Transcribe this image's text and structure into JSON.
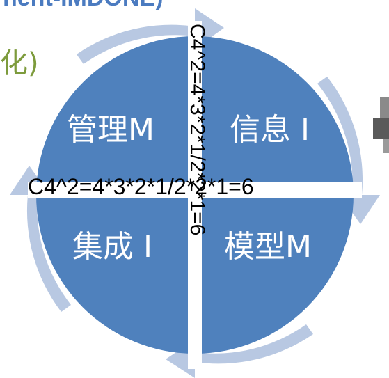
{
  "title": "nent-IMDONE)",
  "side_text": "化)",
  "quadrants": {
    "top_left": "管理M",
    "top_right": "信息 I",
    "bottom_left": "集成 I",
    "bottom_right": "模型M"
  },
  "formula_horizontal": "C4^2=4*3*2*1/2*2*1=6",
  "formula_vertical": "C4^2=4*3*2*1/2*2*1=6",
  "colors": {
    "circle_fill": "#4f81bd",
    "ring_arrows": "#b8c8e2",
    "divider": "#ffffff",
    "title": "#4b7bc0",
    "side_text": "#7d9b3c"
  }
}
